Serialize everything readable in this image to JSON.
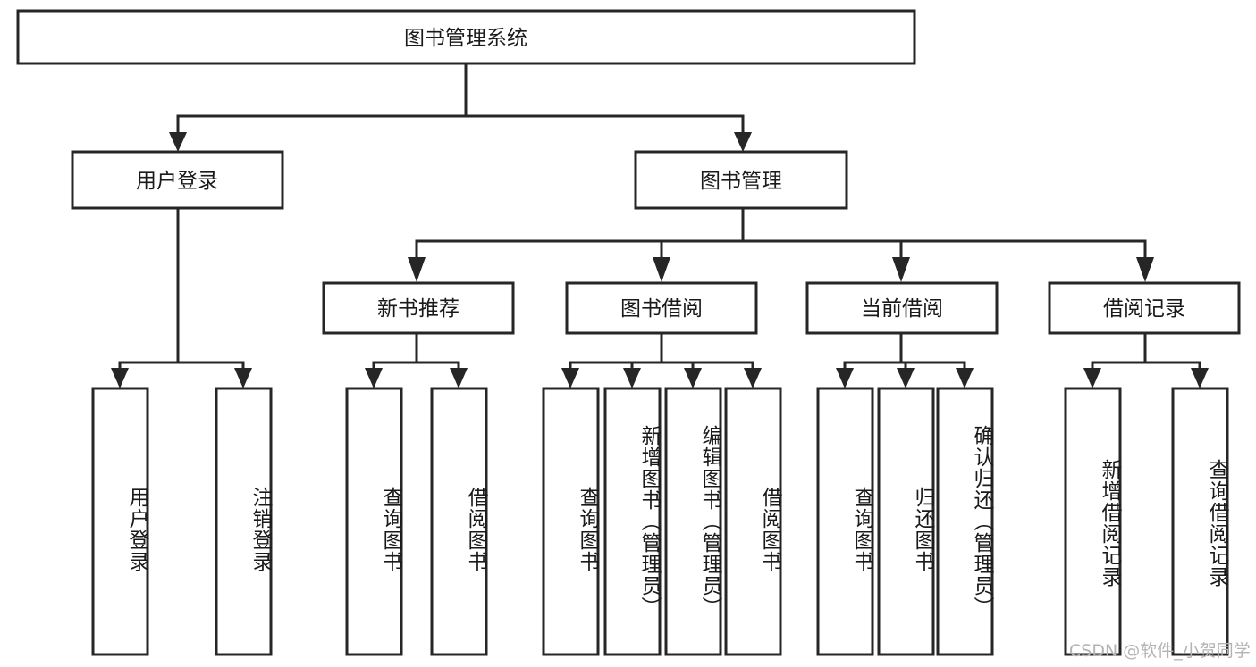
{
  "diagram": {
    "type": "tree-hierarchy",
    "title": "图书管理系统",
    "root": {
      "label": "图书管理系统"
    },
    "level2": [
      {
        "label": "用户登录"
      },
      {
        "label": "图书管理"
      }
    ],
    "level3": [
      {
        "label": "新书推荐"
      },
      {
        "label": "图书借阅"
      },
      {
        "label": "当前借阅"
      },
      {
        "label": "借阅记录"
      }
    ],
    "leaves": {
      "user_login": [
        {
          "label": "用户登录"
        },
        {
          "label": "注销登录"
        }
      ],
      "new_book_recommend": [
        {
          "label": "查询图书"
        },
        {
          "label": "借阅图书"
        }
      ],
      "book_borrow": [
        {
          "label": "查询图书"
        },
        {
          "label": "新增图书（管理员）"
        },
        {
          "label": "编辑图书（管理员）"
        },
        {
          "label": "借阅图书"
        }
      ],
      "current_borrow": [
        {
          "label": "查询图书"
        },
        {
          "label": "归还图书"
        },
        {
          "label": "确认归还（管理员）"
        }
      ],
      "borrow_record": [
        {
          "label": "新增借阅记录"
        },
        {
          "label": "查询借阅记录"
        }
      ]
    },
    "colors": {
      "stroke": "#262626",
      "fill": "#ffffff",
      "text": "#1a1a1a",
      "watermark": "#b3b3b3"
    }
  },
  "watermark": {
    "text": "CSDN @软件_小贺同学"
  }
}
